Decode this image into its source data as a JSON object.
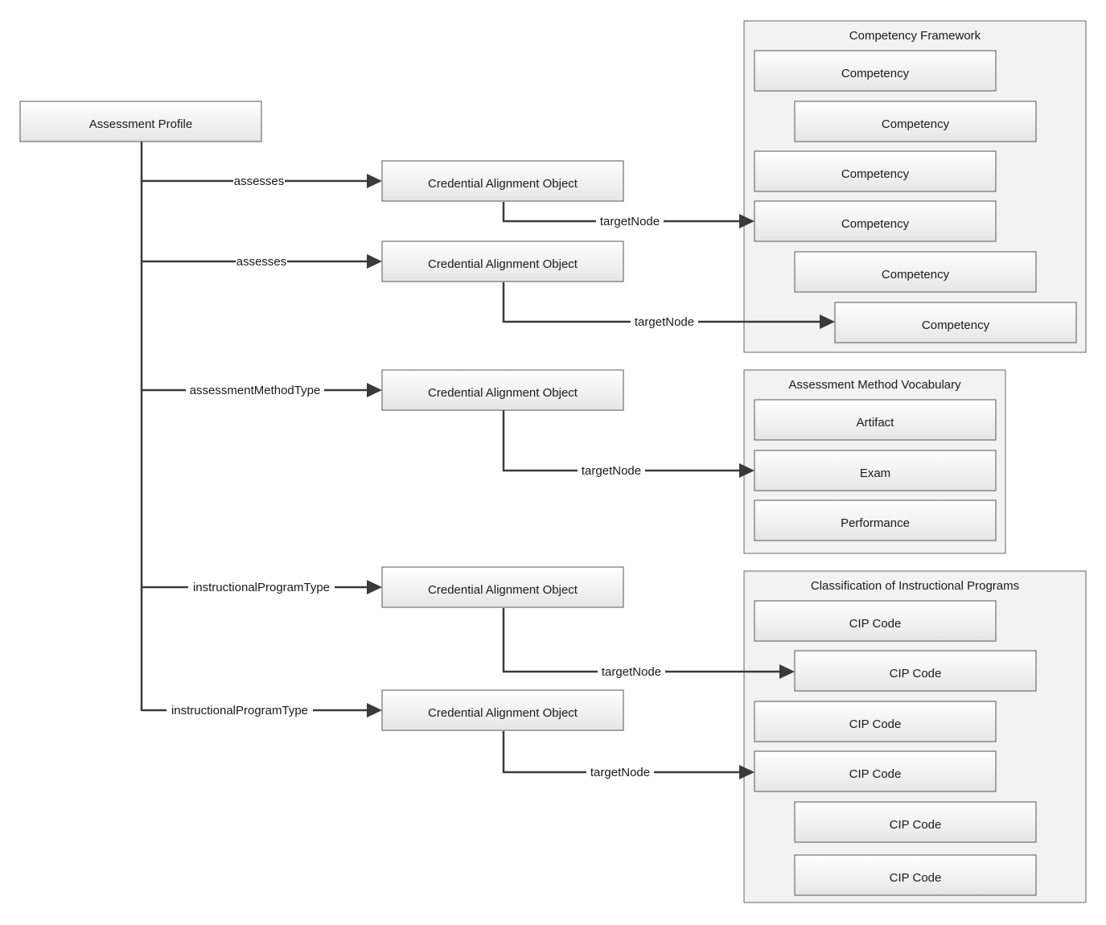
{
  "root": {
    "label": "Assessment Profile"
  },
  "branches": [
    {
      "relation": "assesses",
      "node": "Credential Alignment Object",
      "target_relation": "targetNode"
    },
    {
      "relation": "assesses",
      "node": "Credential Alignment Object",
      "target_relation": "targetNode"
    },
    {
      "relation": "assessmentMethodType",
      "node": "Credential Alignment Object",
      "target_relation": "targetNode"
    },
    {
      "relation": "instructionalProgramType",
      "node": "Credential Alignment Object",
      "target_relation": "targetNode"
    },
    {
      "relation": "instructionalProgramType",
      "node": "Credential Alignment Object",
      "target_relation": "targetNode"
    }
  ],
  "panels": [
    {
      "title": "Competency Framework",
      "items": [
        "Competency",
        "Competency",
        "Competency",
        "Competency",
        "Competency",
        "Competency"
      ]
    },
    {
      "title": "Assessment Method Vocabulary",
      "items": [
        "Artifact",
        "Exam",
        "Performance"
      ]
    },
    {
      "title": "Classification of Instructional Programs",
      "items": [
        "CIP Code",
        "CIP Code",
        "CIP Code",
        "CIP Code",
        "CIP Code",
        "CIP Code"
      ]
    }
  ],
  "colors": {
    "line": "#3a3a3a",
    "box_border": "#555555",
    "panel_fill": "#f2f2f2"
  }
}
